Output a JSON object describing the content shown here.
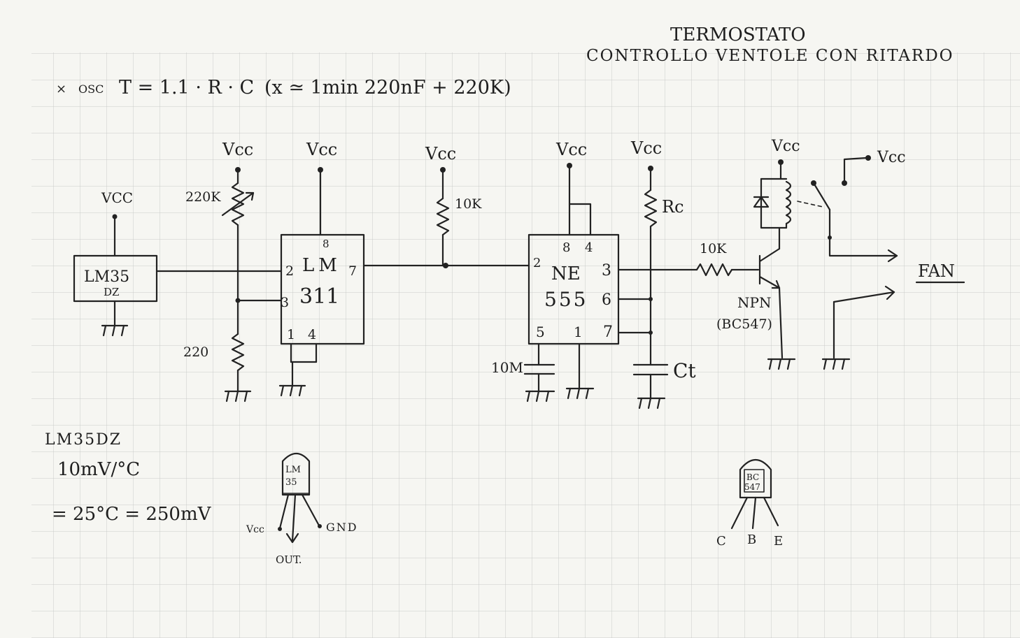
{
  "title": {
    "line1": "TERMOSTATO",
    "line2": "CONTROLLO VENTOLE CON RITARDO"
  },
  "formula": {
    "bullet": "×",
    "prefix": "OSC",
    "expr": "T = 1.1 · R · C",
    "note": "(x ≃ 1min 220nF + 220K)"
  },
  "labels": {
    "vcc_upper": "Vcc",
    "vcc_lower": "VCC",
    "vcc_small": "Vcc",
    "lm35_line1": "LM35",
    "lm35_line2": "DZ",
    "pot_value": "220K",
    "r_bottom": "220",
    "r_pullup": "10K",
    "r_base": "10K",
    "rc": "Rc",
    "ct": "Ct",
    "cap_10m": "10M",
    "fan": "FAN",
    "npn": "NPN",
    "bc547_paren": "(BC547)"
  },
  "lm311": {
    "name_line1": "LM",
    "name_line2": "311",
    "pins": [
      "8",
      "2",
      "3",
      "7",
      "1",
      "4"
    ]
  },
  "ne555": {
    "name_line1": "NE",
    "name_line2": "555",
    "pins": [
      "8",
      "4",
      "2",
      "3",
      "6",
      "5",
      "1",
      "7"
    ]
  },
  "notes": {
    "lm35_title": "LM35DZ",
    "sensitivity": "10mV/°C",
    "example": "= 25°C = 250mV"
  },
  "lm35_pinout": {
    "body_line1": "LM",
    "body_line2": "35",
    "vcc": "Vcc",
    "gnd": "GND",
    "out": "OUT."
  },
  "bc547_pinout": {
    "body_line1": "BC",
    "body_line2": "547",
    "pins": [
      "C",
      "B",
      "E"
    ]
  }
}
